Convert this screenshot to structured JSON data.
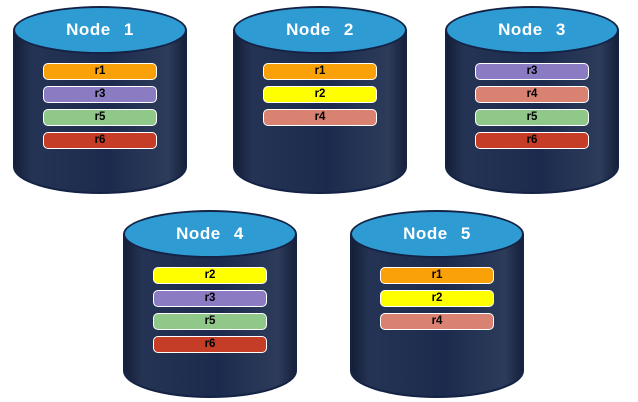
{
  "colors": {
    "background": "#FFFFFF",
    "cylinder_body": "#1C2B4D",
    "cylinder_outline": "#142345",
    "cylinder_top": "#2F9BD3",
    "node_title_text": "#FFFFFF",
    "bar_border": "#FFFFFF",
    "bar_text": "#000000",
    "replica_palette": {
      "r1": "#FAA109",
      "r2": "#FFFF00",
      "r3": "#8A7BC2",
      "r4": "#D98272",
      "r5": "#8FC889",
      "r6": "#C63D27"
    }
  },
  "nodes": [
    {
      "label": "Node 1",
      "replicas": [
        {
          "label": "r1",
          "color": "#FAA109"
        },
        {
          "label": "r3",
          "color": "#8A7BC2"
        },
        {
          "label": "r5",
          "color": "#8FC889"
        },
        {
          "label": "r6",
          "color": "#C63D27"
        }
      ]
    },
    {
      "label": "Node 2",
      "replicas": [
        {
          "label": "r1",
          "color": "#FAA109"
        },
        {
          "label": "r2",
          "color": "#FFFF00"
        },
        {
          "label": "r4",
          "color": "#D98272"
        }
      ]
    },
    {
      "label": "Node 3",
      "replicas": [
        {
          "label": "r3",
          "color": "#8A7BC2"
        },
        {
          "label": "r4",
          "color": "#D98272"
        },
        {
          "label": "r5",
          "color": "#8FC889"
        },
        {
          "label": "r6",
          "color": "#C63D27"
        }
      ]
    },
    {
      "label": "Node 4",
      "replicas": [
        {
          "label": "r2",
          "color": "#FFFF00"
        },
        {
          "label": "r3",
          "color": "#8A7BC2"
        },
        {
          "label": "r5",
          "color": "#8FC889"
        },
        {
          "label": "r6",
          "color": "#C63D27"
        }
      ]
    },
    {
      "label": "Node 5",
      "replicas": [
        {
          "label": "r1",
          "color": "#FAA109"
        },
        {
          "label": "r2",
          "color": "#FFFF00"
        },
        {
          "label": "r4",
          "color": "#D98272"
        }
      ]
    }
  ]
}
